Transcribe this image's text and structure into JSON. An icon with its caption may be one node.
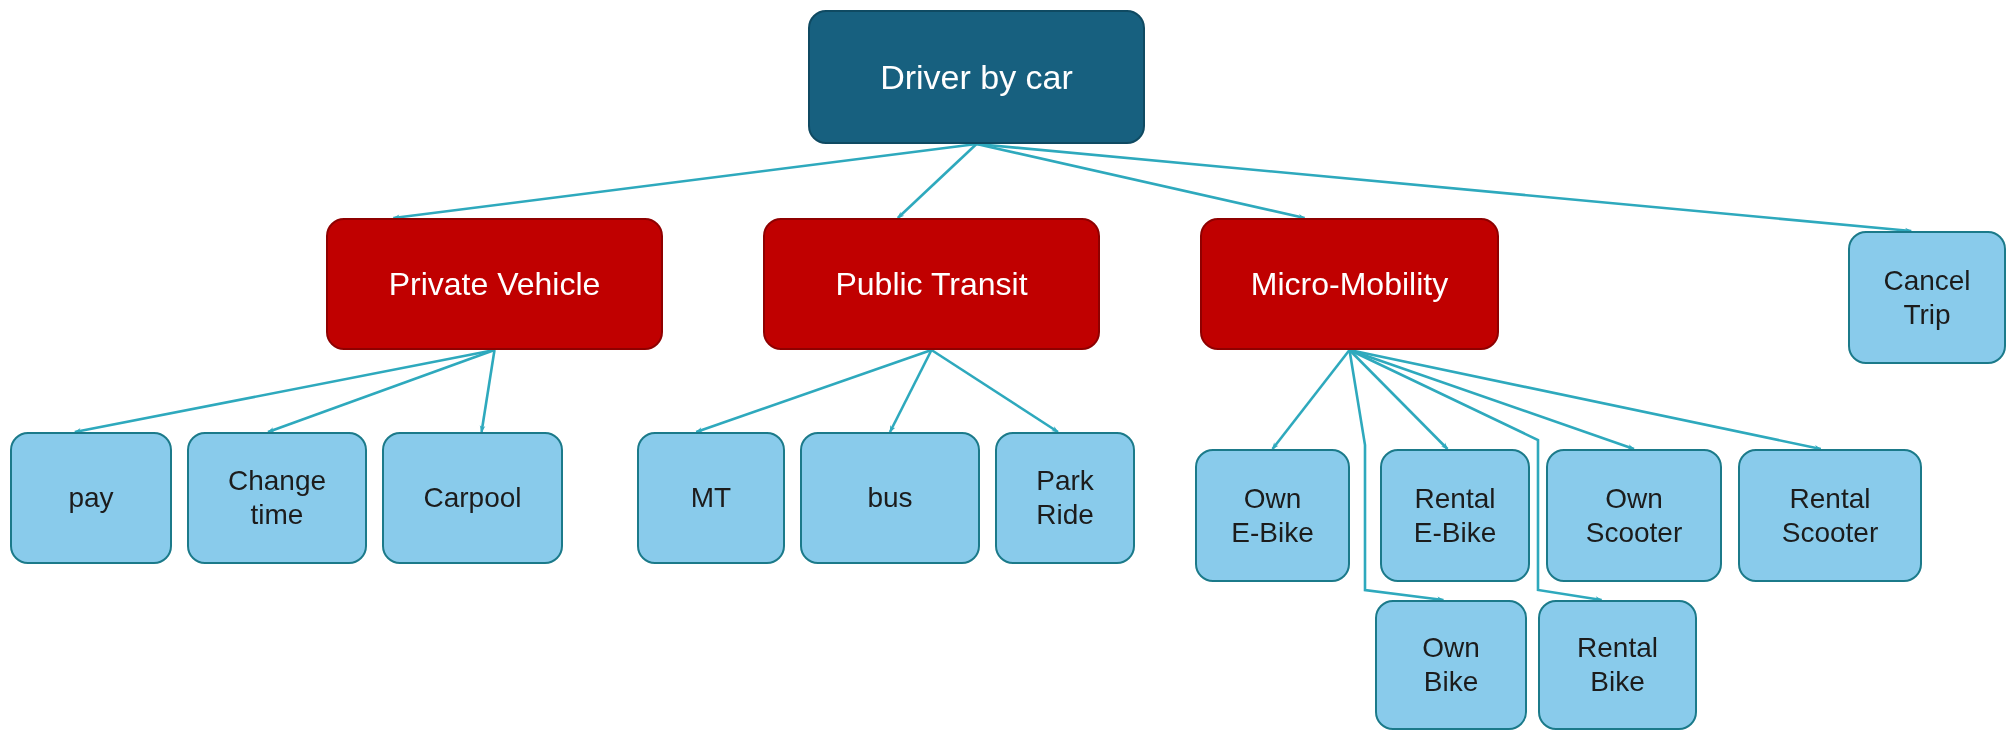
{
  "diagram": {
    "nodes": [
      {
        "text": [
          "Driver by car"
        ]
      },
      {
        "text": [
          "Private Vehicle"
        ]
      },
      {
        "text": [
          "Public Transit"
        ]
      },
      {
        "text": [
          "Micro-Mobility"
        ]
      },
      {
        "text": [
          "Cancel Trip"
        ]
      },
      {
        "text": [
          "pay"
        ]
      },
      {
        "text": [
          "Change time"
        ]
      },
      {
        "text": [
          "Carpool"
        ]
      },
      {
        "text": [
          "MT"
        ]
      },
      {
        "text": [
          "bus"
        ]
      },
      {
        "text": [
          "Park Ride"
        ]
      },
      {
        "text": [
          "Own E-Bike"
        ]
      },
      {
        "text": [
          "Rental E-Bike"
        ]
      },
      {
        "text": [
          "Own Scooter"
        ]
      },
      {
        "text": [
          "Rental Scooter"
        ]
      },
      {
        "text": [
          "Own Bike"
        ]
      },
      {
        "text": [
          "Rental Bike"
        ]
      }
    ],
    "edges": [
      {
        "from": 0,
        "to": 1,
        "arrow": "to"
      },
      {
        "from": 0,
        "to": 2,
        "arrow": "to"
      },
      {
        "from": 0,
        "to": 3,
        "arrow": "to"
      },
      {
        "from": 0,
        "to": 4,
        "arrow": "to"
      },
      {
        "from": 1,
        "to": 5,
        "arrow": "to"
      },
      {
        "from": 1,
        "to": 6,
        "arrow": "to"
      },
      {
        "from": 1,
        "to": 7,
        "arrow": "to"
      },
      {
        "from": 2,
        "to": 8,
        "arrow": "to"
      },
      {
        "from": 2,
        "to": 9,
        "arrow": "to"
      },
      {
        "from": 2,
        "to": 10,
        "arrow": "to"
      },
      {
        "from": 3,
        "to": 11,
        "arrow": "to"
      },
      {
        "from": 3,
        "to": 15,
        "arrow": "to"
      },
      {
        "from": 3,
        "to": 12,
        "arrow": "to"
      },
      {
        "from": 3,
        "to": 16,
        "arrow": "to"
      },
      {
        "from": 3,
        "to": 13,
        "arrow": "to"
      },
      {
        "from": 3,
        "to": 14,
        "arrow": "to"
      }
    ]
  }
}
